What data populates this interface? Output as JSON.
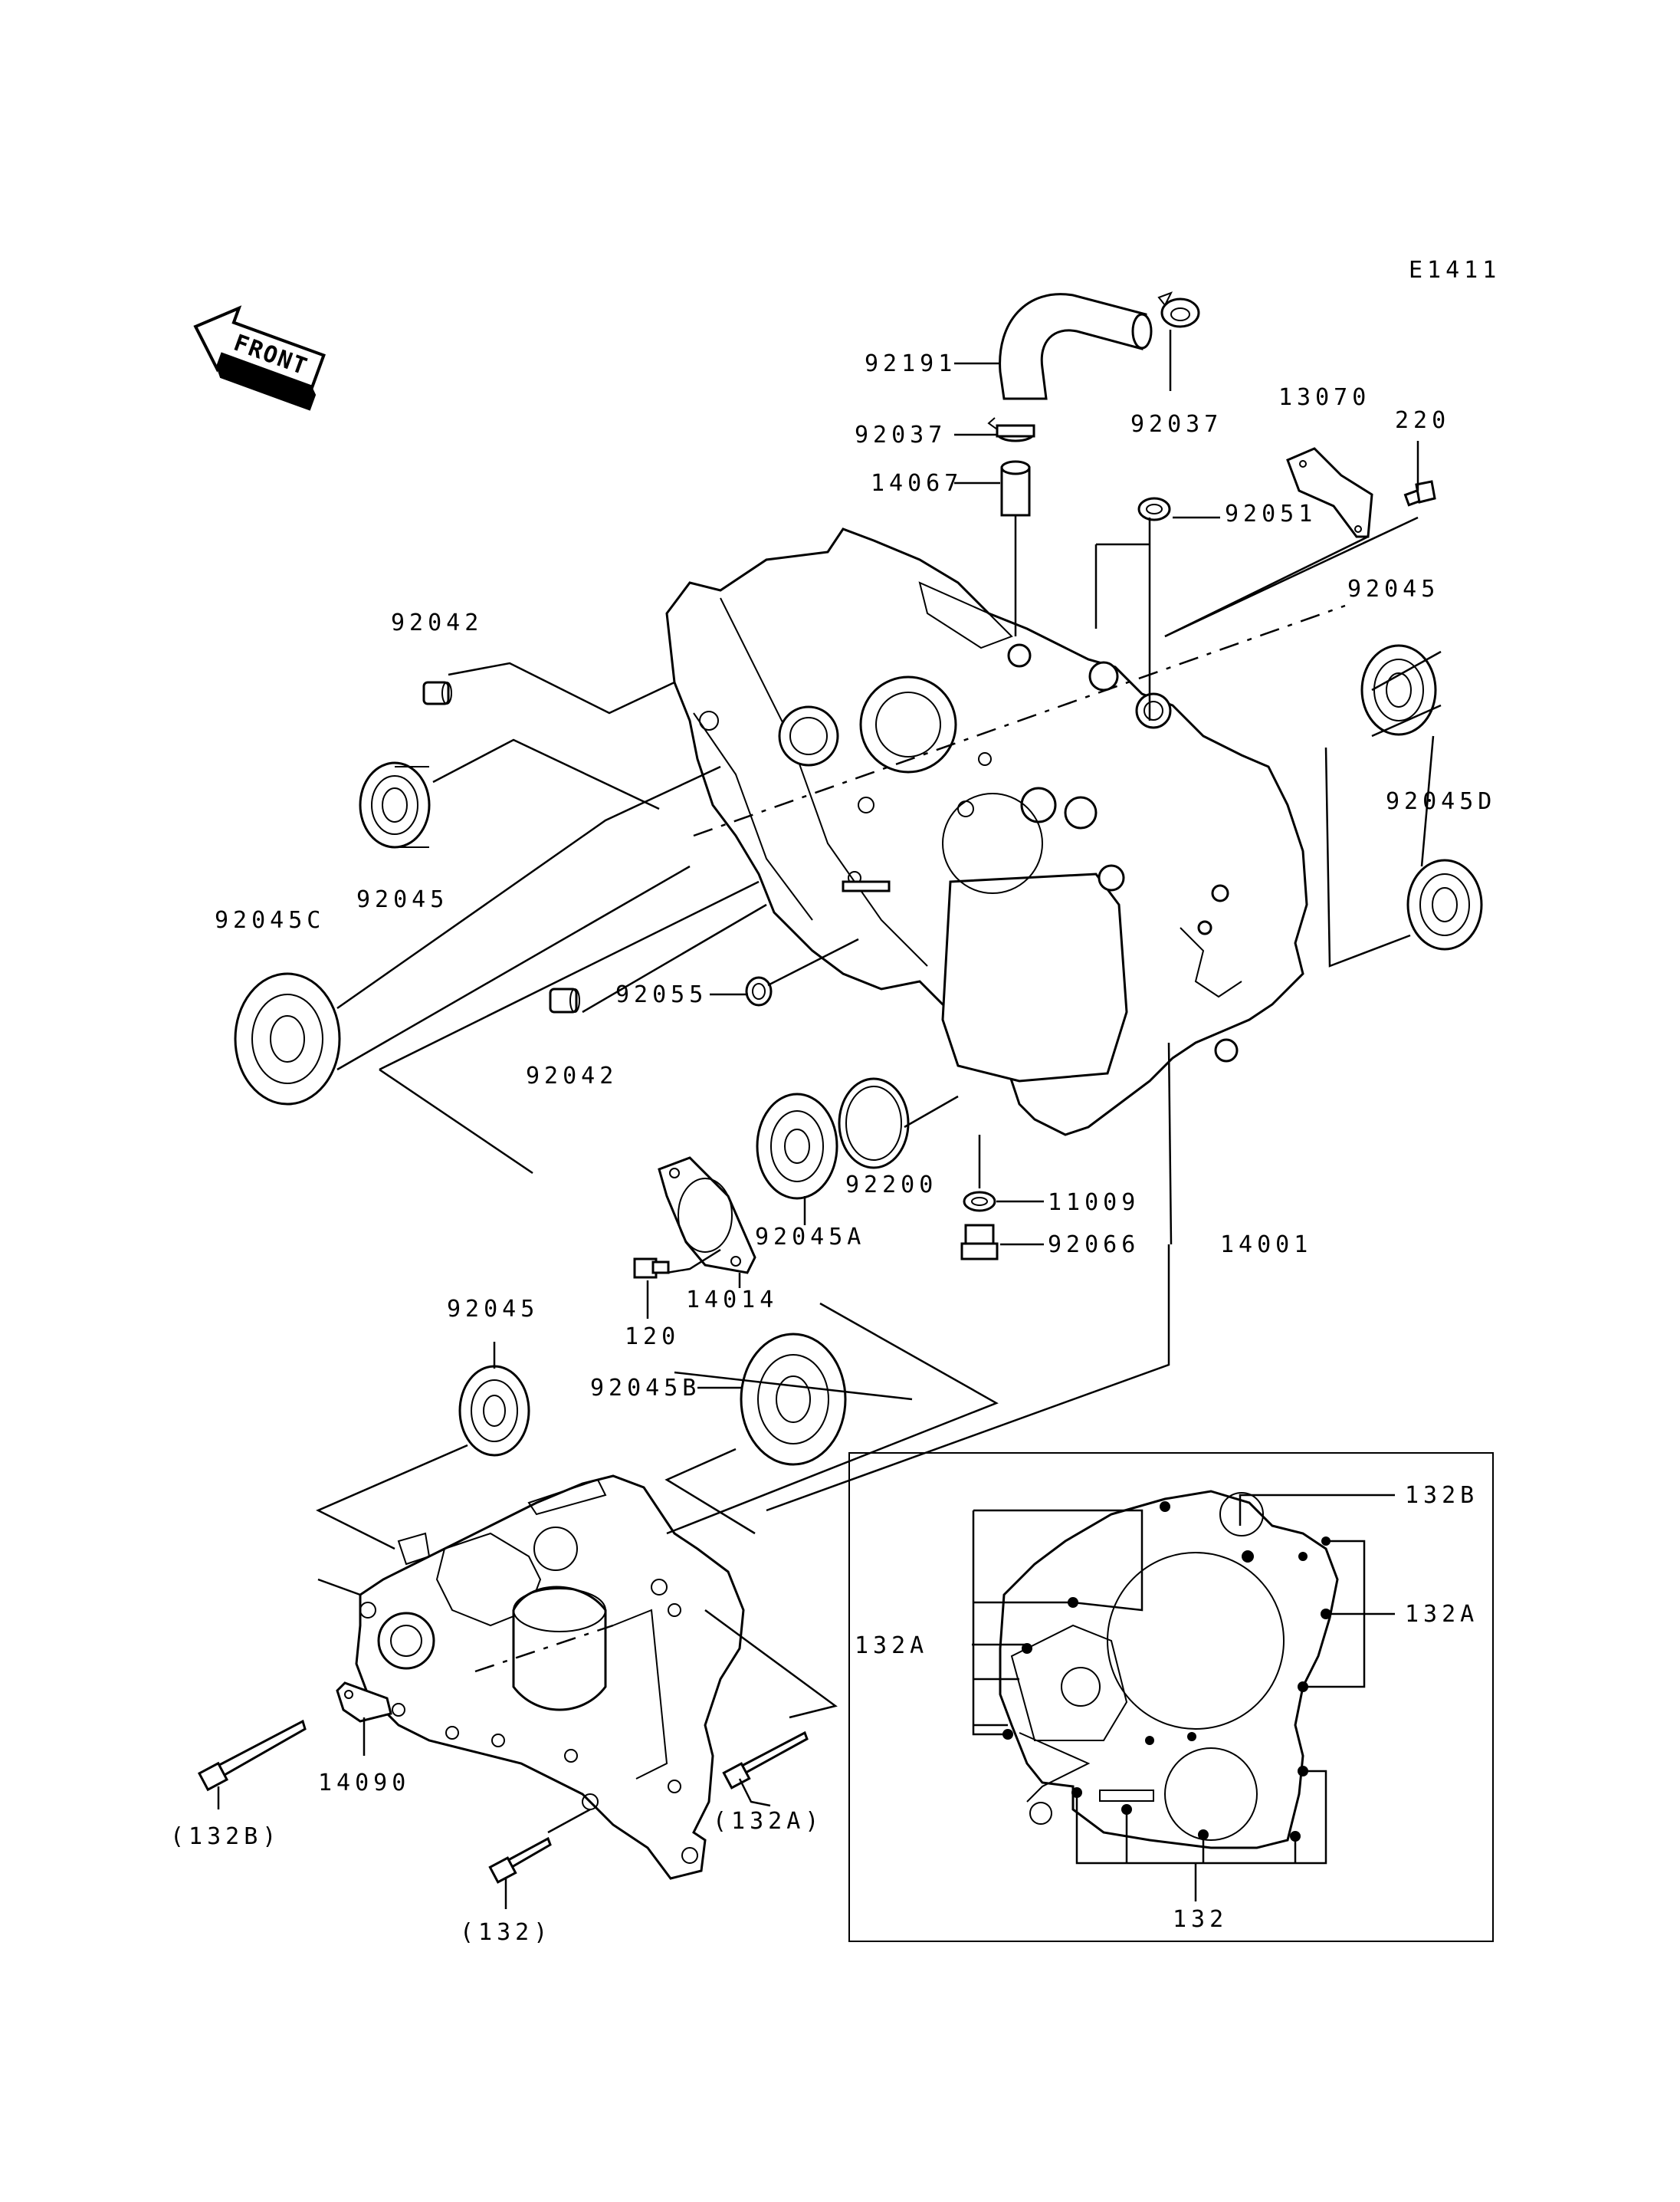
{
  "diagram_code": "E1411",
  "front_label": "FRONT",
  "labels": {
    "p92191": "92191",
    "p92037_l": "92037",
    "p92037_r": "92037",
    "p14067": "14067",
    "p13070": "13070",
    "p220": "220",
    "p92051": "92051",
    "p92042_t": "92042",
    "p92045_tr": "92045",
    "p92045_l": "92045",
    "p92045D": "92045D",
    "p92045C": "92045C",
    "p92055": "92055",
    "p92042_m": "92042",
    "p92200": "92200",
    "p11009": "11009",
    "p92066": "92066",
    "p92045A": "92045A",
    "p14014": "14014",
    "p120": "120",
    "p14001": "14001",
    "p92045_b": "92045",
    "p92045B": "92045B",
    "p14090": "14090",
    "p132B_paren": "(132B)",
    "p132A_paren": "(132A)",
    "p132_paren": "(132)",
    "p132B": "132B",
    "p132A_r": "132A",
    "p132A_l": "132A",
    "p132": "132"
  }
}
